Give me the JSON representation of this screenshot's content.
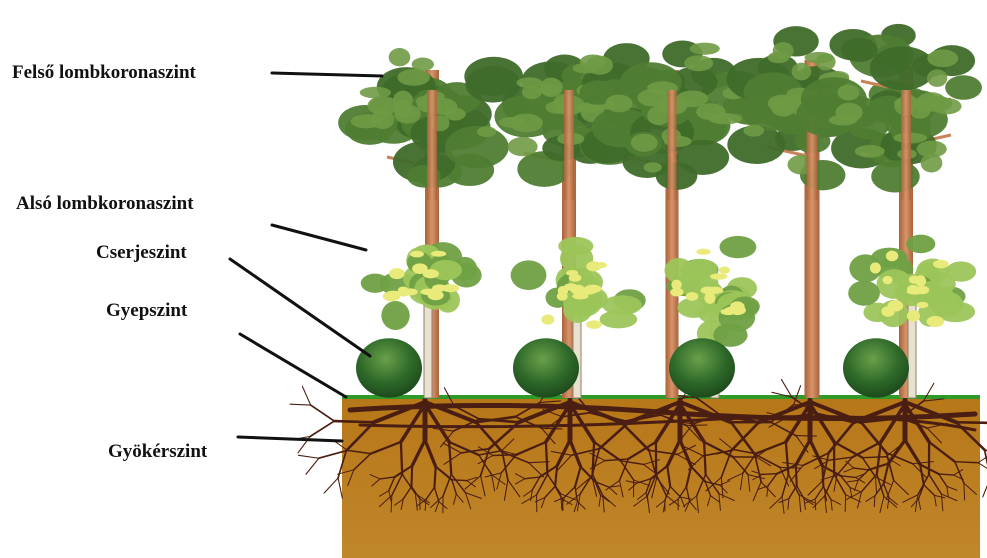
{
  "diagram": {
    "labels": {
      "upper_canopy": "Felső lombkoronaszint",
      "lower_canopy": "Alsó lombkoronaszint",
      "shrub": "Cserjeszint",
      "herb": "Gyepszint",
      "root": "Gyökérszint"
    },
    "colors": {
      "soil": "#b97a1c",
      "grass_line": "#2f9a2a",
      "root": "#4a1e12",
      "pine_foliage_dark": "#3f6b2a",
      "pine_foliage_light": "#6f9a45",
      "trunk": "#c98358",
      "birch_foliage": "#9cc55a",
      "birch_highlight": "#e8ea7a",
      "shrub": "#2f6a2a"
    }
  }
}
